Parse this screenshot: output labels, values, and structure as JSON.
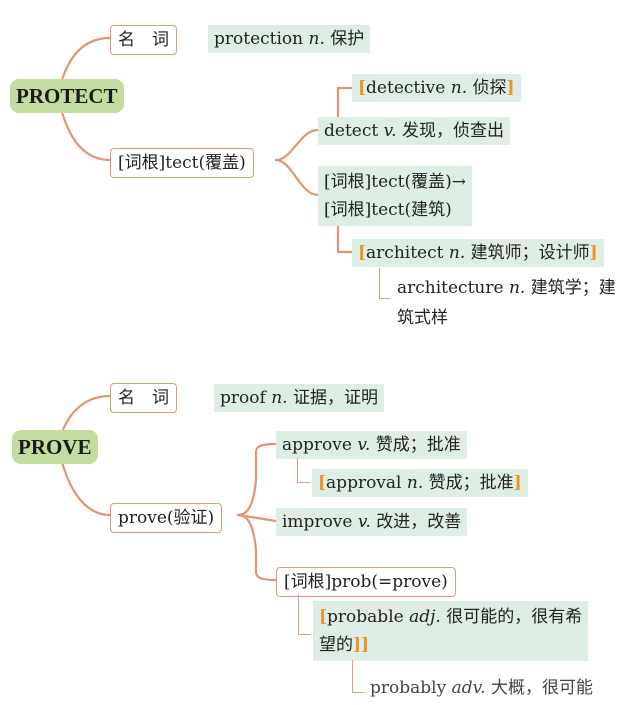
{
  "protect": {
    "root": "PROTECT",
    "noun_label": "名　词",
    "noun_word": "protection",
    "noun_pos": "n.",
    "noun_meaning": "保护",
    "root_label": "[词根]tect(覆盖)",
    "detective_word": "detective",
    "detective_pos": "n.",
    "detective_meaning": "侦探",
    "detect_word": "detect",
    "detect_pos": "v.",
    "detect_meaning": "发现，侦查出",
    "root_chain_line1": "[词根]tect(覆盖)→",
    "root_chain_line2": "[词根]tect(建筑)",
    "architect_word": "architect",
    "architect_pos": "n.",
    "architect_meaning": "建筑师；设计师",
    "architecture_word": "architecture",
    "architecture_pos": "n.",
    "architecture_meaning_line1": "建筑学；建",
    "architecture_meaning_line2": "筑式样"
  },
  "prove": {
    "root": "PROVE",
    "noun_label": "名　词",
    "noun_word": "proof",
    "noun_pos": "n.",
    "noun_meaning": "证据，证明",
    "branch_label": "prove(验证)",
    "approve_word": "approve",
    "approve_pos": "v.",
    "approve_meaning": "赞成；批准",
    "approval_word": "approval",
    "approval_pos": "n.",
    "approval_meaning": "赞成；批准",
    "improve_word": "improve",
    "improve_pos": "v.",
    "improve_meaning": "改进，改善",
    "prob_label": "[词根]prob(=prove)",
    "probable_word": "probable",
    "probable_pos": "adj.",
    "probable_meaning_line1": "很可能的，很有希",
    "probable_meaning_line2": "望的",
    "probably_word": "probably",
    "probably_pos": "adv.",
    "probably_meaning": "大概，很可能"
  },
  "colors": {
    "branch": "#e39470",
    "highlight": "#dfeee4",
    "root_bg": "#c4dca0",
    "bracket": "#e8962a"
  }
}
